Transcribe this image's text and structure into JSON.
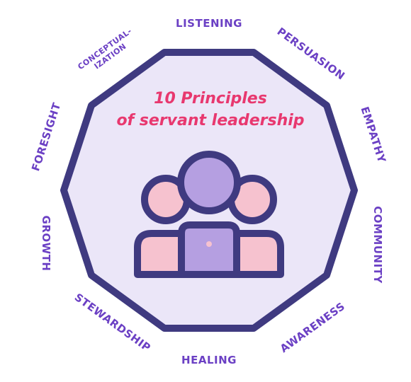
{
  "title": {
    "line1": "10 Principles",
    "line2": "of servant leadership"
  },
  "principles": [
    {
      "label": "LISTENING"
    },
    {
      "label": "PERSUASION"
    },
    {
      "label": "EMPATHY"
    },
    {
      "label": "COMMUNITY"
    },
    {
      "label": "AWARENESS"
    },
    {
      "label": "HEALING"
    },
    {
      "label": "STEWARDSHIP"
    },
    {
      "label": "GROWTH"
    },
    {
      "label": "FORESIGHT"
    },
    {
      "label": "CONCEPTUAL-",
      "label2": "IZATION"
    }
  ],
  "icon": "people-group-icon",
  "colors": {
    "accent": "#e8386f",
    "outline": "#3f3a80",
    "fill": "#ebe6f8",
    "label": "#6b40c4",
    "figure_side": "#f6c2cf",
    "figure_center": "#b59fe1"
  }
}
